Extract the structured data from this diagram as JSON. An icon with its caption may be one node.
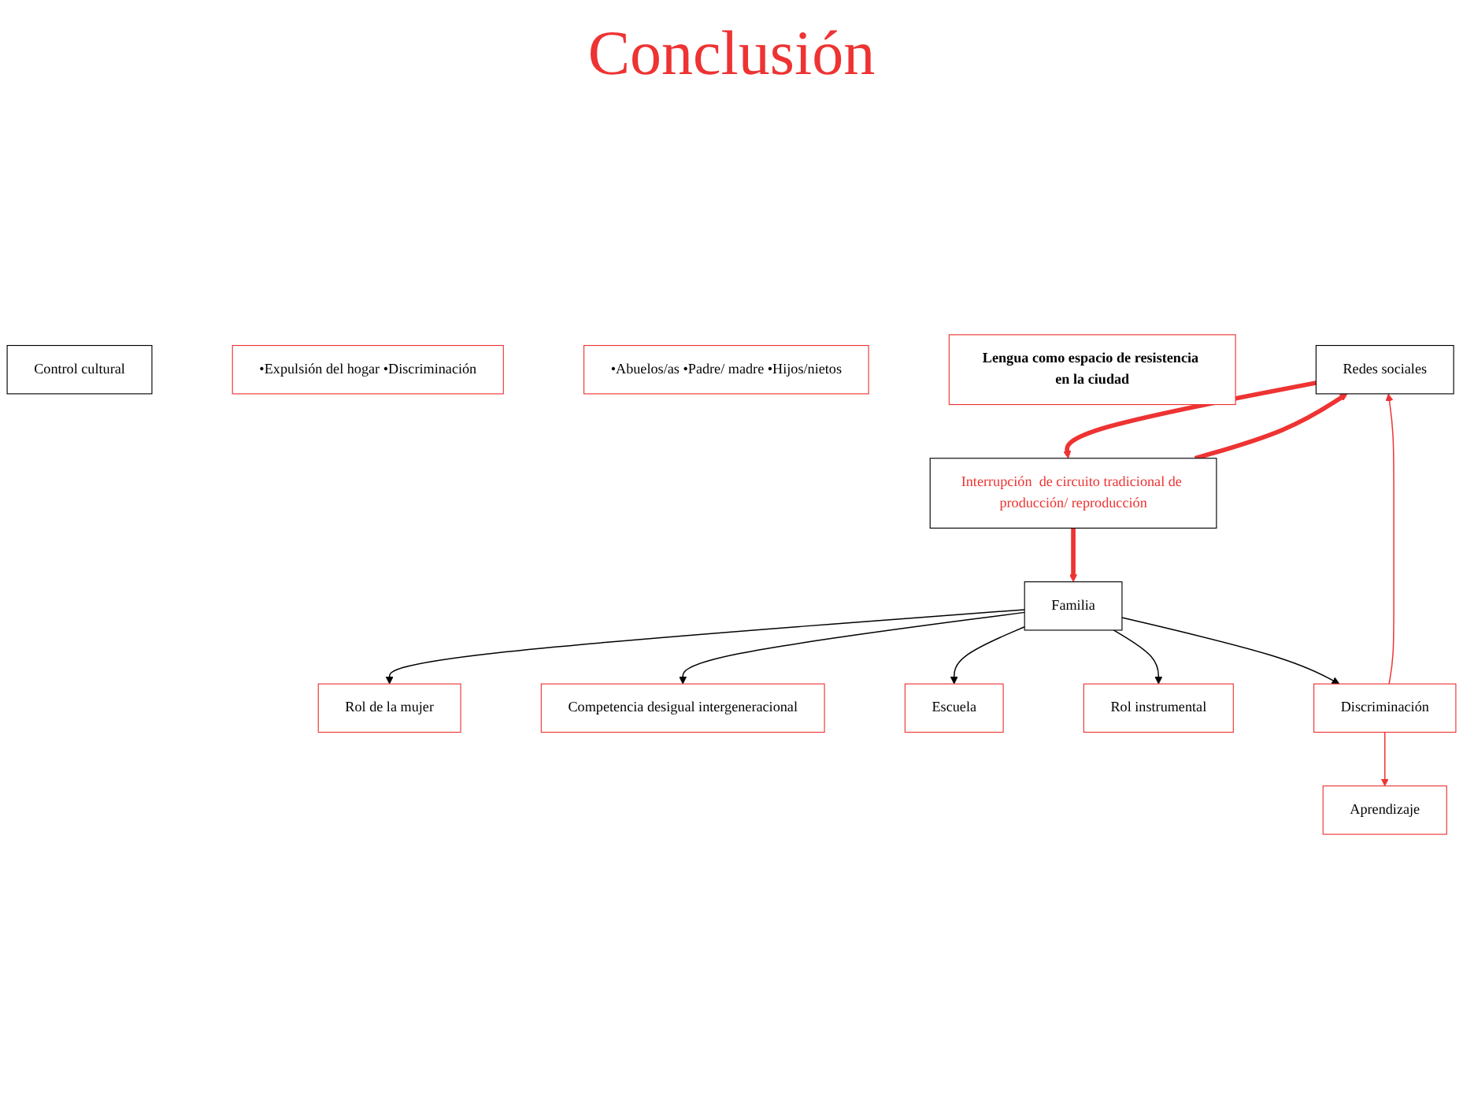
{
  "diagram": {
    "title": "Conclusión",
    "nodes": [
      {
        "text": [
          "Interrupción  de circuito tradicional de producción/ reproducción"
        ]
      },
      {
        "text": [
          "Redes sociales"
        ]
      },
      {
        "text": [
          "Familia"
        ]
      },
      {
        "text": [
          "Control cultural"
        ]
      },
      {
        "text": [
          "Rol de la mujer"
        ]
      },
      {
        "text": [
          "Competencia desigual intergeneracional"
        ]
      },
      {
        "text": [
          "Rol instrumental"
        ]
      },
      {
        "text": [
          "•Expulsión del hogar •Discriminación"
        ]
      },
      {
        "text": [
          "•Abuelos/as •Padre/ madre •Hijos/nietos"
        ]
      },
      {
        "text": [
          "Aprendizaje"
        ]
      },
      {
        "text": [
          "Escuela"
        ]
      },
      {
        "text": [
          "Discriminación"
        ]
      },
      {
        "text": [
          "Lengua como espacio de resistencia en la ciudad"
        ]
      }
    ],
    "edges": [
      {
        "from": 1,
        "to": 0,
        "arrow": "to",
        "style": "thick",
        "color": "#ee3333"
      },
      {
        "from": 0,
        "to": 1,
        "arrow": "to",
        "style": "thick",
        "color": "#ee3333"
      },
      {
        "from": 0,
        "to": 2,
        "arrow": "to",
        "style": "thick",
        "color": "#ee3333"
      },
      {
        "from": 2,
        "to": 4,
        "arrow": "to",
        "color": "#000000"
      },
      {
        "from": 2,
        "to": 5,
        "arrow": "to",
        "color": "#000000"
      },
      {
        "from": 2,
        "to": 10,
        "arrow": "to",
        "color": "#000000"
      },
      {
        "from": 2,
        "to": 6,
        "arrow": "to",
        "color": "#000000"
      },
      {
        "from": 2,
        "to": 11,
        "arrow": "to",
        "color": "#000000"
      },
      {
        "from": 11,
        "to": 1,
        "arrow": "to",
        "color": "#ee3333"
      },
      {
        "from": 11,
        "to": 9,
        "arrow": "to",
        "color": "#ee3333"
      }
    ]
  }
}
